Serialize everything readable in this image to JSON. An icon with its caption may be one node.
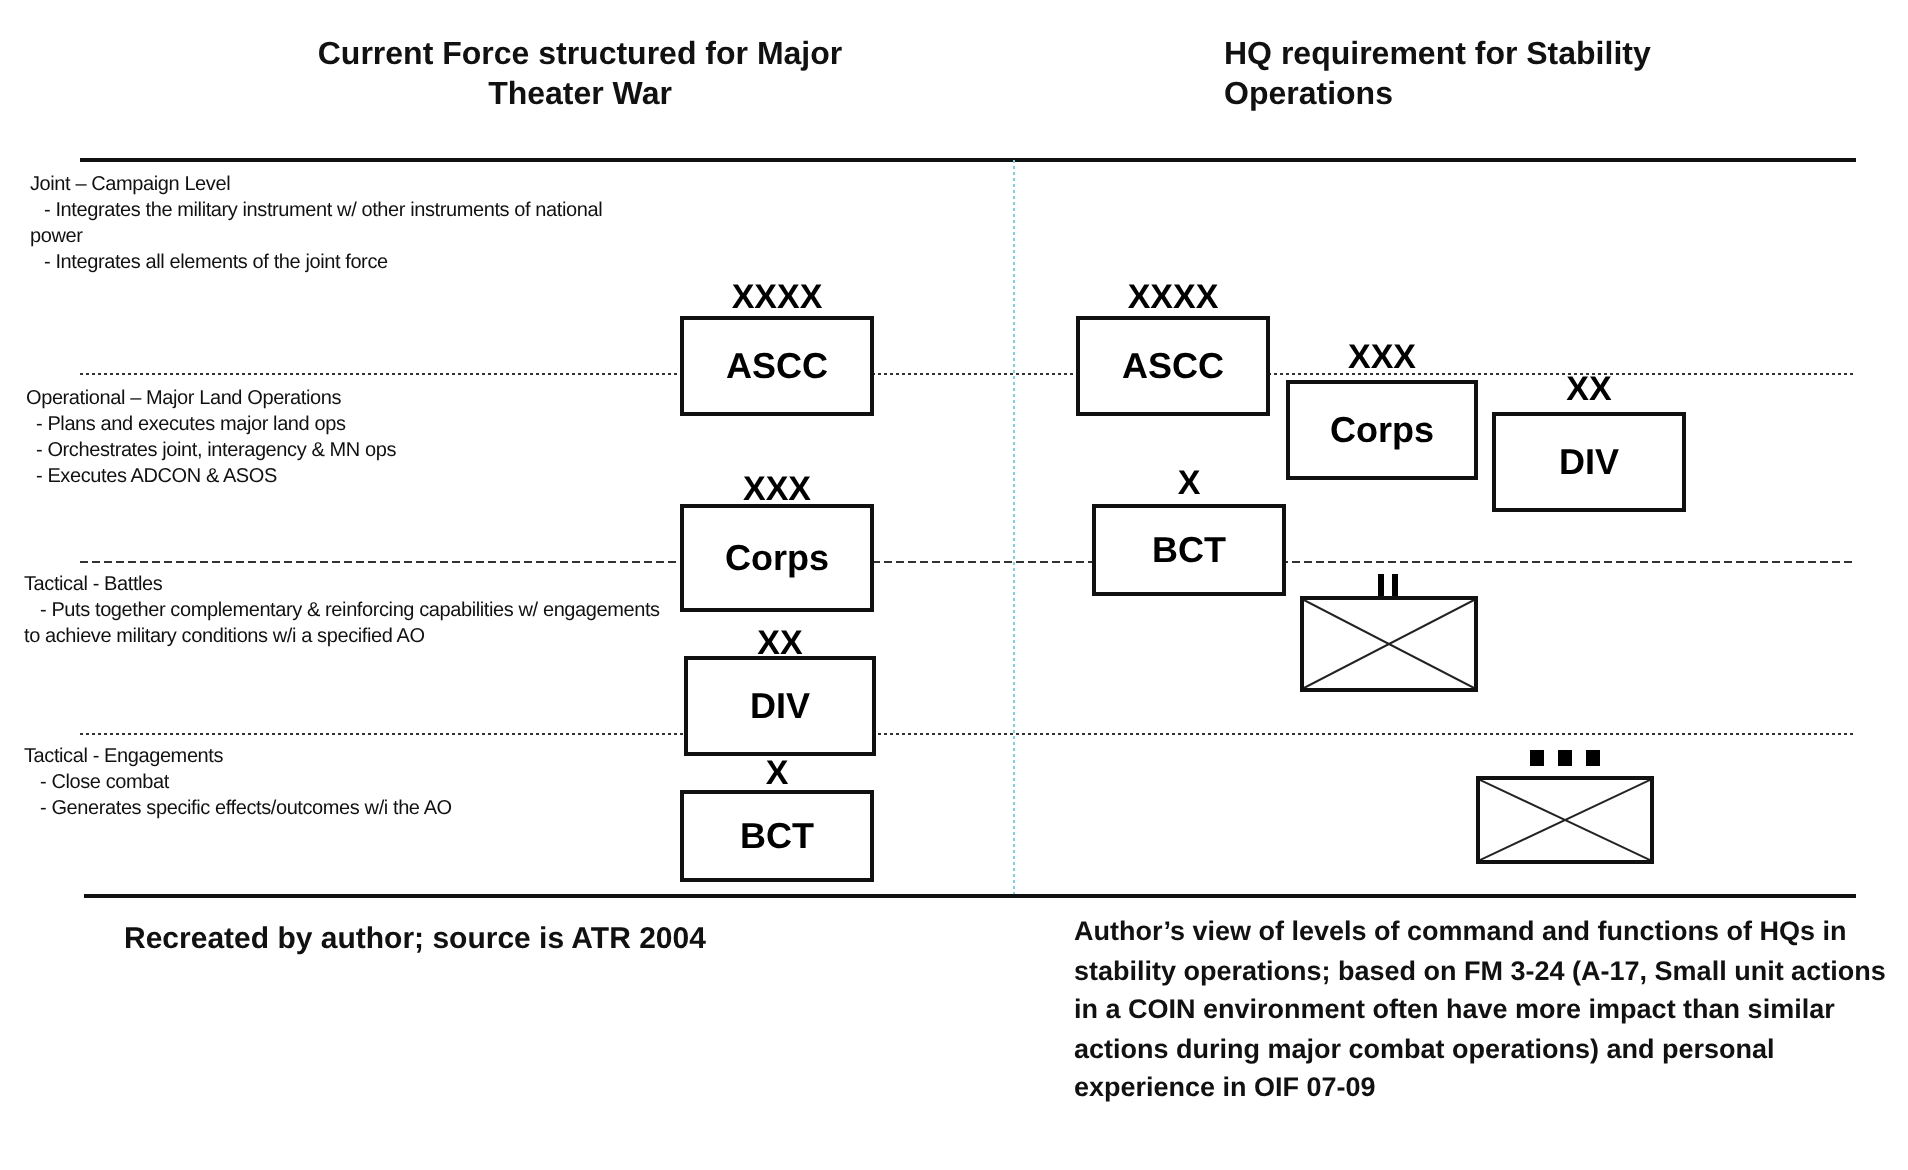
{
  "diagram": {
    "nodes": [
      {
        "text": [
          "XXXX",
          "ASCC"
        ]
      },
      {
        "text": [
          "XXX",
          "Corps"
        ]
      },
      {
        "text": [
          "XX",
          "DIV"
        ]
      },
      {
        "text": [
          "X",
          "BCT"
        ]
      },
      {
        "text": [
          "XXXX",
          "ASCC"
        ]
      },
      {
        "text": [
          "XXX",
          "Corps"
        ]
      },
      {
        "text": [
          "XX",
          "DIV"
        ]
      },
      {
        "text": [
          "X",
          "BCT"
        ]
      },
      {
        "text": [],
        "shape": "box"
      },
      {
        "text": [],
        "shape": "box"
      }
    ],
    "labels": [
      "Current Force structured for Major Theater War",
      "HQ requirement for Stability Operations",
      "Joint – Campaign Level",
      "- Integrates the military instrument w/ other instruments of national power",
      "- Integrates all elements of the joint force",
      "Operational – Major Land Operations",
      "- Plans and executes major land ops",
      "- Orchestrates joint, interagency & MN ops",
      "- Executes ADCON & ASOS",
      "Tactical - Battles",
      "- Puts together complementary & reinforcing capabilities w/ engagements to achieve military conditions w/i a specified AO",
      "Tactical - Engagements",
      "- Close combat",
      "- Generates specific effects/outcomes w/i the AO",
      "Recreated by author; source is ATR 2004",
      "Author’s view of levels of command and functions of HQs in stability operations; based on FM 3-24 (A-17, Small unit actions in a COIN environment often have more impact than similar actions during major combat operations) and personal experience in OIF 07-09"
    ]
  }
}
